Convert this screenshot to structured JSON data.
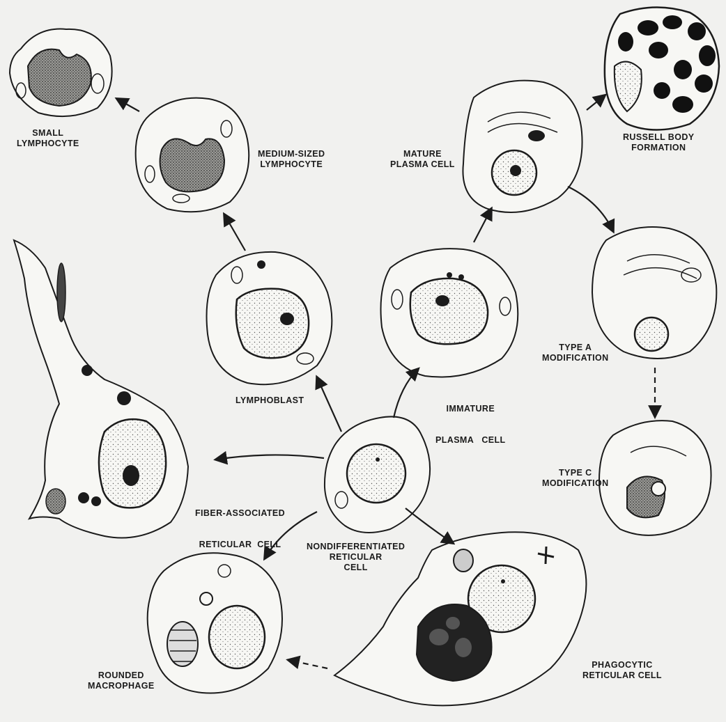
{
  "cells": {
    "small_lymphocyte": [
      "SMALL",
      "LYMPHOCYTE"
    ],
    "medium_lymphocyte": [
      "MEDIUM-SIZED",
      "LYMPHOCYTE"
    ],
    "lymphoblast": [
      "LYMPHOBLAST"
    ],
    "mature_plasma": [
      "MATURE",
      "PLASMA CELL"
    ],
    "russell_body": [
      "RUSSELL BODY",
      "FORMATION"
    ],
    "immature_plasma": [
      "IMMATURE",
      "PLASMA   CELL"
    ],
    "type_a": [
      "TYPE A",
      "MODIFICATION"
    ],
    "type_c": [
      "TYPE C",
      "MODIFICATION"
    ],
    "fiber_reticular": [
      "FIBER-ASSOCIATED",
      "RETICULAR  CELL"
    ],
    "nondifferentiated": [
      "NONDIFFERENTIATED",
      "RETICULAR",
      "CELL"
    ],
    "rounded_macrophage": [
      "ROUNDED",
      "MACROPHAGE"
    ],
    "phagocytic_reticular": [
      "PHAGOCYTIC",
      "RETICULAR CELL"
    ]
  },
  "colors": {
    "ink": "#1b1b1b",
    "paper": "#f1f1ef",
    "cytoplasm": "#f7f7f4",
    "nucleus": "#e4e4e0"
  }
}
